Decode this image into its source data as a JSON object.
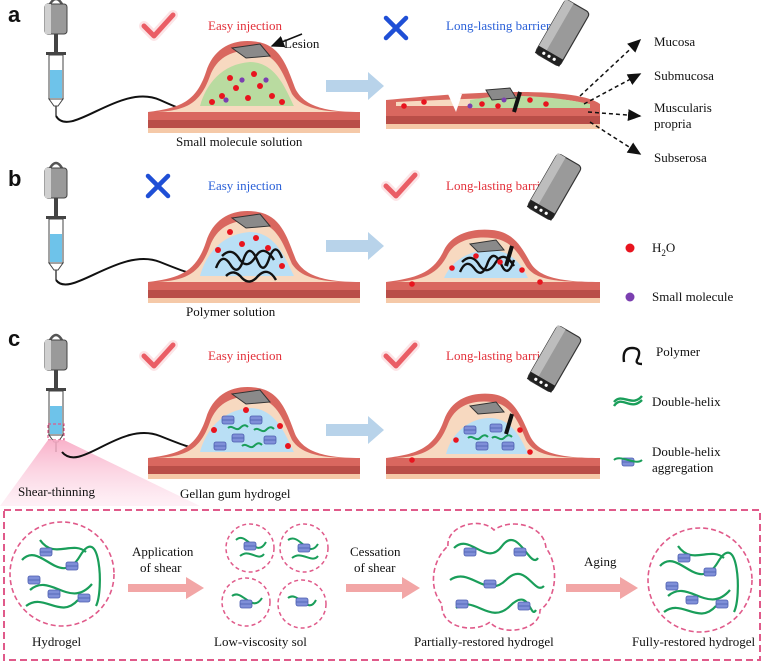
{
  "panels": {
    "a": {
      "letter": "a",
      "inject_label": "Easy injection",
      "barrier_label": "Long-lasting barrier",
      "lesion_label": "Lesion",
      "caption": "Small molecule solution",
      "inject_mark": "check",
      "barrier_mark": "cross"
    },
    "b": {
      "letter": "b",
      "inject_label": "Easy injection",
      "barrier_label": "Long-lasting barrier",
      "caption": "Polymer solution",
      "inject_mark": "cross",
      "barrier_mark": "check"
    },
    "c": {
      "letter": "c",
      "inject_label": "Easy injection",
      "barrier_label": "Long-lasting barrier",
      "caption": "Gellan gum hydrogel",
      "inject_mark": "check",
      "barrier_mark": "check",
      "zoom_label": "Shear-thinning"
    }
  },
  "layers": [
    "Mucosa",
    "Submucosa",
    "Muscularis",
    "propria",
    "Subserosa"
  ],
  "legend": {
    "water_prefix": "H",
    "water_sub": "2",
    "water_suffix": "O",
    "small_molecule": "Small molecule",
    "polymer": "Polymer",
    "double_helix": "Double-helix",
    "aggregation_1": "Double-helix",
    "aggregation_2": "aggregation"
  },
  "process": {
    "stage_1": "Hydrogel",
    "stage_2": "Low-viscosity sol",
    "stage_3": "Partially-restored hydrogel",
    "stage_4": "Fully-restored hydrogel",
    "arrow_1a": "Application",
    "arrow_1b": "of shear",
    "arrow_2a": "Cessation",
    "arrow_2b": "of shear",
    "arrow_3": "Aging"
  },
  "colors": {
    "check": "#e3303a",
    "cross": "#1f4fd6",
    "text_red": "#e3303a",
    "text_blue": "#2a60d8",
    "tissue_outer": "#d9675f",
    "tissue_inner": "#f7d9c0",
    "green_fluid": "#b9dba0",
    "blue_fluid": "#b9dff5",
    "water_dot": "#e8141e",
    "small_molecule_dot": "#7b3fb0",
    "helix": "#1a9e5a",
    "aggregate": "#7f8fd8",
    "dash_border": "#e05a8a",
    "flow_arrow": "#b8d3ea",
    "pink_arrow": "#f2a6a6"
  }
}
